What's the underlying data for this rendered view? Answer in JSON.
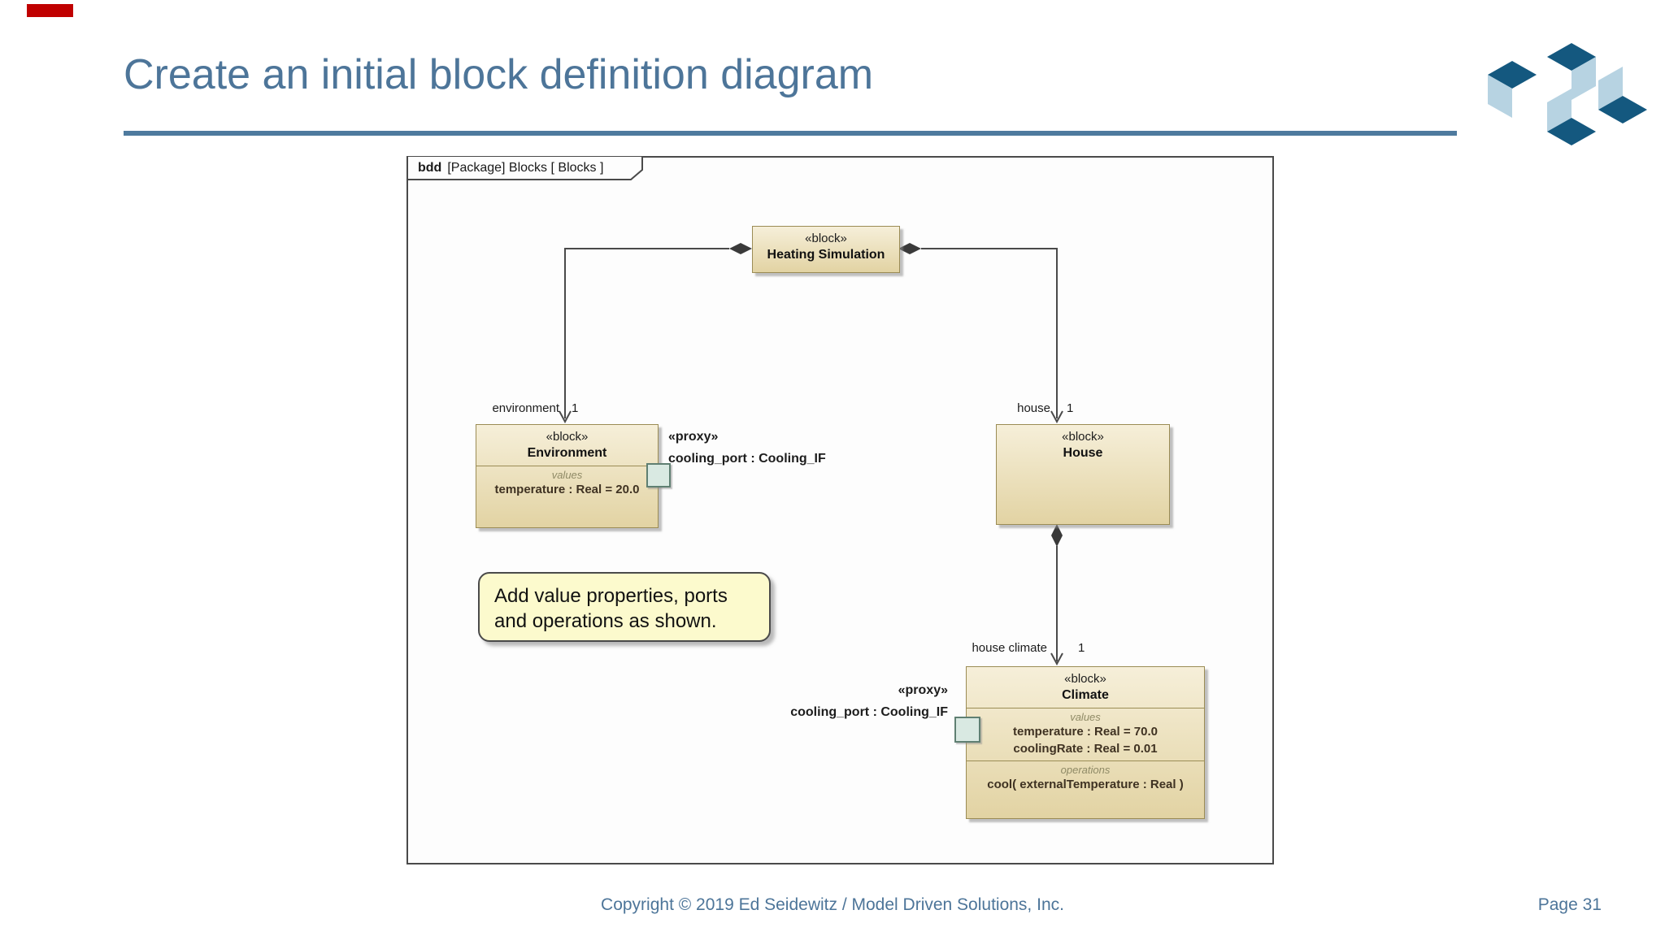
{
  "slide": {
    "title": "Create an initial block definition diagram",
    "footer_copyright": "Copyright © 2019 Ed Seidewitz / Model Driven Solutions, Inc.",
    "footer_page": "Page 31",
    "accent_color": "#4d7599",
    "rule_color": "#4e7a9e",
    "marker_color": "#c00000"
  },
  "logo": {
    "dark_color": "#14587f",
    "light_color": "#b7d3e2"
  },
  "diagram": {
    "frame": {
      "tag_keyword": "bdd",
      "tag_rest": "[Package] Blocks [ Blocks ]"
    },
    "blocks": {
      "heating_simulation": {
        "stereotype": "«block»",
        "name": "Heating Simulation"
      },
      "environment": {
        "stereotype": "«block»",
        "name": "Environment",
        "values_label": "values",
        "values": [
          "temperature : Real = 20.0"
        ]
      },
      "house": {
        "stereotype": "«block»",
        "name": "House"
      },
      "climate": {
        "stereotype": "«block»",
        "name": "Climate",
        "values_label": "values",
        "values": [
          "temperature : Real = 70.0",
          "coolingRate : Real = 0.01"
        ],
        "operations_label": "operations",
        "operations": [
          "cool( externalTemperature : Real )"
        ]
      }
    },
    "ports": {
      "environment": {
        "stereotype": "«proxy»",
        "name": "cooling_port : Cooling_IF"
      },
      "climate": {
        "stereotype": "«proxy»",
        "name": "cooling_port : Cooling_IF"
      }
    },
    "associations": {
      "environment": {
        "role": "environment",
        "multiplicity": "1"
      },
      "house": {
        "role": "house",
        "multiplicity": "1"
      },
      "house_climate": {
        "role": "house climate",
        "multiplicity": "1"
      }
    },
    "note": {
      "line1": "Add value properties, ports",
      "line2": "and operations as shown."
    },
    "colors": {
      "block_fill_top": "#f6efd9",
      "block_fill_bottom": "#e2d3a3",
      "block_border": "#9b8c55",
      "port_fill": "#d9e9e2",
      "note_fill": "#fcfacd",
      "connector": "#4a4a4a"
    }
  }
}
